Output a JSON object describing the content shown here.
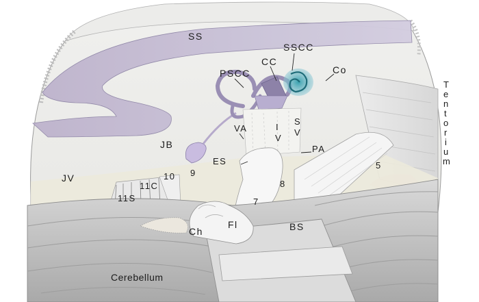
{
  "labels": {
    "ss": "SS",
    "sscc": "SSCC",
    "cc": "CC",
    "pscc": "PSCC",
    "co": "Co",
    "va": "VA",
    "iv": "I\nV",
    "sv": "S\nV",
    "jb": "JB",
    "es": "ES",
    "pa": "PA",
    "nine": "9",
    "ten": "10",
    "eleven_c": "11C",
    "eleven_s": "11S",
    "jv": "JV",
    "eight": "8",
    "seven": "7",
    "five": "5",
    "ch": "Ch",
    "fl": "Fl",
    "bs": "BS",
    "cerebellum": "Cerebellum",
    "tentorium": "Tentorium"
  },
  "colors": {
    "sinus": "#c8bfd4",
    "canal": "#9a8fb4",
    "cochlea": "#2f8a99",
    "bone": "#f4f4f2",
    "dura": "#ecebe4",
    "cerebellum": "#cfcfcf",
    "nerve": "#f7f7f7",
    "tentorium_tint": "#e7c9cf"
  }
}
